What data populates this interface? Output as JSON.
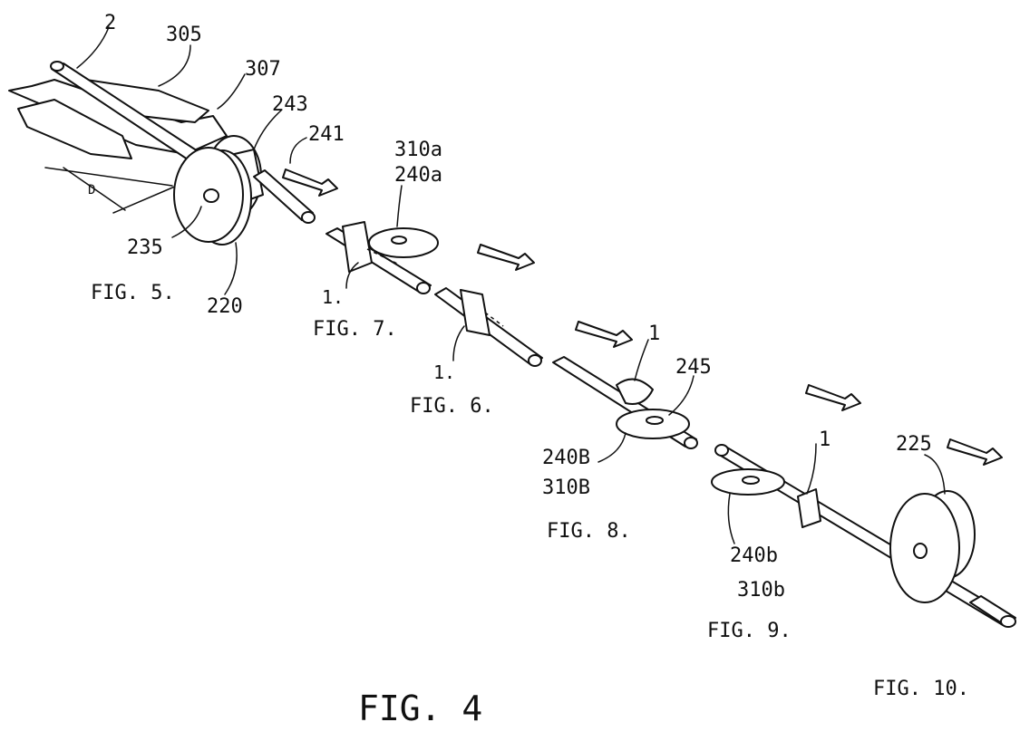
{
  "figure_title": "FIG. 4",
  "sub_figures": {
    "fig5": "FIG. 5.",
    "fig6": "FIG. 6.",
    "fig7": "FIG. 7.",
    "fig8": "FIG. 8.",
    "fig9": "FIG. 9.",
    "fig10": "FIG. 10."
  },
  "reference_numerals": {
    "r2": "2",
    "r305": "305",
    "r307": "307",
    "r243": "243",
    "r241": "241",
    "r235": "235",
    "r220": "220",
    "rD": "D",
    "r310a": "310a",
    "r240a": "240a",
    "r1_fig7": "1.",
    "r1_fig6": "1.",
    "r1_fig8": "1",
    "r245": "245",
    "r240B": "240B",
    "r310B": "310B",
    "r1_fig9": "1",
    "r240b": "240b",
    "r310b": "310b",
    "r225": "225"
  }
}
